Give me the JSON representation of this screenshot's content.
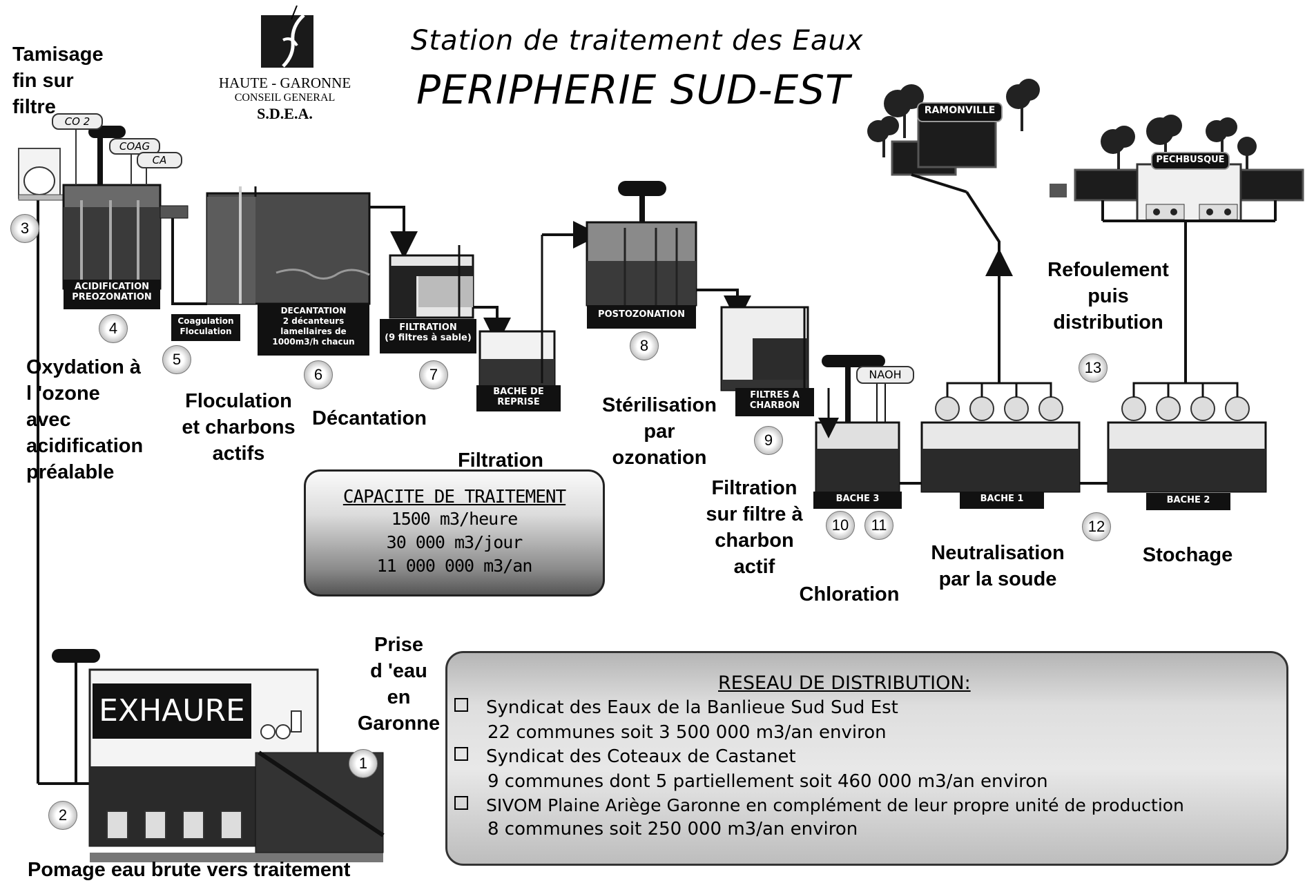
{
  "title": {
    "line1": "Station de traitement des Eaux",
    "line2": "PERIPHERIE SUD-EST"
  },
  "logo": {
    "name": "HAUTE - GARONNE",
    "subtitle": "CONSEIL GENERAL",
    "org": "S.D.E.A."
  },
  "labels": {
    "tamisage": "Tamisage\nfin sur\nfiltre",
    "oxydation": "Oxydation à\nl 'ozone\navec\nacidification\npréalable",
    "floculation": "Floculation\net charbons\nactifs",
    "decantation": "Décantation",
    "filtration": "Filtration",
    "sterilisation": "Stérilisation\npar\nozonation",
    "filtration_charbon": "Filtration\nsur filtre à\ncharbon\nactif",
    "chloration": "Chloration",
    "neutralisation": "Neutralisation\npar la soude",
    "stockage": "Stochage",
    "refoulement": "Refoulement\npuis\ndistribution",
    "prise": "Prise\nd 'eau\nen\nGaronne",
    "pompage": "Pomage eau brute vers traitement"
  },
  "plates": {
    "acidification": "ACIDIFICATION\nPREOZONATION",
    "coagulation": "Coagulation\nFloculation",
    "decantation": "DECANTATION\n2 décanteurs\nlamellaires de\n1000m3/h chacun",
    "filtration": "FILTRATION\n(9 filtres à sable)",
    "bache_reprise": "BACHE DE\nREPRISE",
    "postozonation": "POSTOZONATION",
    "filtres_charbon": "FILTRES A\nCHARBON",
    "bache3": "BACHE 3",
    "bache1": "BACHE 1",
    "bache2": "BACHE 2",
    "exhaure": "EXHAURE",
    "ramonville": "RAMONVILLE",
    "pechbusque": "PECHBUSQUE"
  },
  "chemicals": {
    "co2": "CO 2",
    "coag": "COAG",
    "ca": "CA",
    "naoh": "NAOH"
  },
  "step_numbers": [
    "1",
    "2",
    "3",
    "4",
    "5",
    "6",
    "7",
    "8",
    "9",
    "10",
    "11",
    "12",
    "13"
  ],
  "capacity": {
    "title": "CAPACITE DE TRAITEMENT",
    "per_hour": "1500 m3/heure",
    "per_day": "30 000 m3/jour",
    "per_year": "11 000 000 m3/an"
  },
  "distribution": {
    "title": "RESEAU DE DISTRIBUTION:",
    "items": [
      {
        "name": "Syndicat des Eaux de la Banlieue Sud Sud Est",
        "detail": "22 communes soit 3 500 000 m3/an environ"
      },
      {
        "name": "Syndicat des Coteaux de Castanet",
        "detail": "9 communes dont 5 partiellement soit 460 000 m3/an environ"
      },
      {
        "name": "SIVOM Plaine Ariège Garonne en complément de leur propre unité de production",
        "detail": "8 communes soit 250 000 m3/an environ"
      }
    ]
  },
  "colors": {
    "ink": "#111111",
    "water": "#2a2a2a",
    "tank_wall": "#555555",
    "grey_fill": "#9a9a9a"
  }
}
